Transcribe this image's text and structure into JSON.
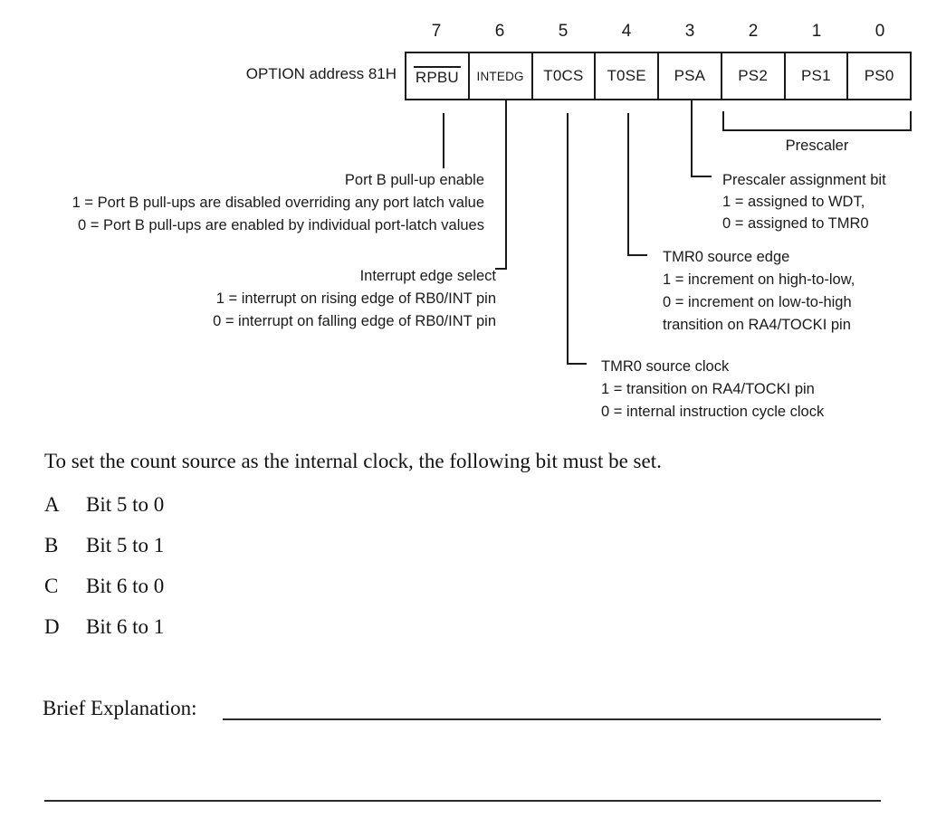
{
  "colors": {
    "ink": "#1a1a1a",
    "background": "#ffffff"
  },
  "register": {
    "label": "OPTION address 81H",
    "bit_numbers": [
      "7",
      "6",
      "5",
      "4",
      "3",
      "2",
      "1",
      "0"
    ],
    "bit_names": [
      "RPBU",
      "INTEDG",
      "T0CS",
      "T0SE",
      "PSA",
      "PS2",
      "PS1",
      "PS0"
    ]
  },
  "annotations": {
    "prescaler": "Prescaler",
    "portb_title": "Port B pull-up enable",
    "portb_1": "1 = Port B pull-ups are disabled overriding any port latch value",
    "portb_0": "0 = Port B pull-ups are enabled by individual port-latch values",
    "intedg_title": "Interrupt edge select",
    "intedg_1": "1 = interrupt on rising edge of RB0/INT pin",
    "intedg_0": "0 = interrupt on falling edge of RB0/INT pin",
    "t0se_title": "TMR0 source edge",
    "t0se_1": "1 = increment on high-to-low,",
    "t0se_0": "0 = increment on low-to-high",
    "t0se_0b": "transition on RA4/TOCKI pin",
    "t0cs_title": "TMR0 source clock",
    "t0cs_1": "1 = transition on RA4/TOCKI pin",
    "t0cs_0": "0 = internal instruction cycle clock",
    "psa_title": "Prescaler assignment bit",
    "psa_1": "1 = assigned to WDT,",
    "psa_0": "0 = assigned to TMR0"
  },
  "question": {
    "prompt": "To set the count source as the internal clock, the following bit must be set.",
    "options": [
      {
        "letter": "A",
        "text": "Bit 5 to 0"
      },
      {
        "letter": "B",
        "text": "Bit 5 to 1"
      },
      {
        "letter": "C",
        "text": "Bit 6 to 0"
      },
      {
        "letter": "D",
        "text": "Bit 6 to 1"
      }
    ],
    "explanation_label": "Brief Explanation:"
  }
}
